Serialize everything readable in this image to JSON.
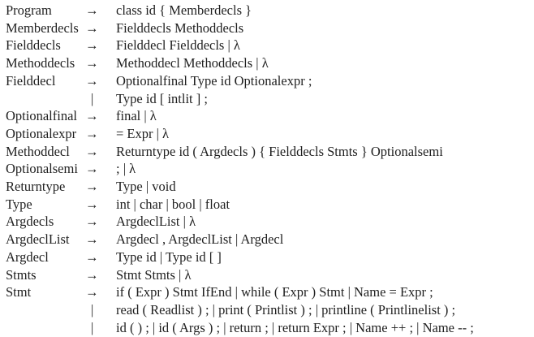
{
  "colors": {
    "background": "#ffffff",
    "text": "#1f1f1f"
  },
  "grammar": {
    "arrow_symbol": "→",
    "pipe_symbol": "|",
    "lambda_symbol": "λ",
    "rows": [
      {
        "lhs": "Program",
        "op": "→",
        "rhs": "class id { Memberdecls }"
      },
      {
        "lhs": "Memberdecls",
        "op": "→",
        "rhs": "Fielddecls Methoddecls"
      },
      {
        "lhs": "Fielddecls",
        "op": "→",
        "rhs": "Fielddecl Fielddecls | λ"
      },
      {
        "lhs": "Methoddecls",
        "op": "→",
        "rhs": "Methoddecl Methoddecls | λ"
      },
      {
        "lhs": "Fielddecl",
        "op": "→",
        "rhs": "Optionalfinal Type id Optionalexpr ;"
      },
      {
        "lhs": "",
        "op": "|",
        "rhs": "Type id [ intlit ] ;"
      },
      {
        "lhs": "Optionalfinal",
        "op": "→",
        "rhs": "final | λ"
      },
      {
        "lhs": "Optionalexpr",
        "op": "→",
        "rhs": "= Expr | λ"
      },
      {
        "lhs": "Methoddecl",
        "op": "→",
        "rhs": "Returntype id ( Argdecls ) { Fielddecls Stmts } Optionalsemi"
      },
      {
        "lhs": "Optionalsemi",
        "op": "→",
        "rhs": "; | λ"
      },
      {
        "lhs": "Returntype",
        "op": "→",
        "rhs": "Type | void"
      },
      {
        "lhs": "Type",
        "op": "→",
        "rhs": "int | char | bool | float"
      },
      {
        "lhs": "Argdecls",
        "op": "→",
        "rhs": "ArgdeclList | λ"
      },
      {
        "lhs": "ArgdeclList",
        "op": "→",
        "rhs": "Argdecl , ArgdeclList | Argdecl"
      },
      {
        "lhs": "Argdecl",
        "op": "→",
        "rhs": "Type id | Type id [ ]"
      },
      {
        "lhs": "Stmts",
        "op": "→",
        "rhs": "Stmt Stmts | λ"
      },
      {
        "lhs": "Stmt",
        "op": "→",
        "rhs": "if ( Expr ) Stmt IfEnd | while ( Expr ) Stmt | Name = Expr ;"
      },
      {
        "lhs": "",
        "op": "|",
        "rhs": "read ( Readlist ) ; | print ( Printlist ) ; | printline ( Printlinelist ) ;"
      },
      {
        "lhs": "",
        "op": "|",
        "rhs": "id ( ) ; | id ( Args ) ; | return ; | return Expr ; | Name ++ ; | Name -- ;"
      }
    ]
  }
}
